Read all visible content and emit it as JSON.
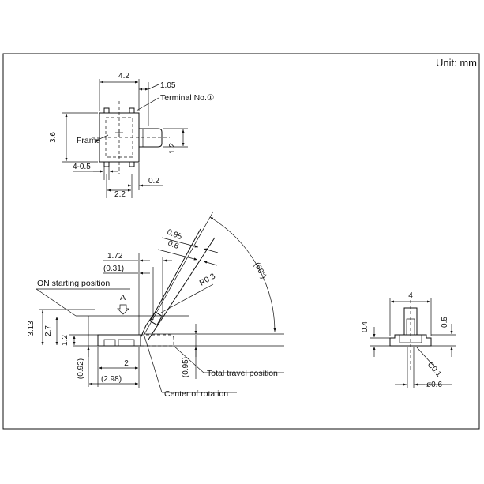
{
  "unit_label": "Unit: mm",
  "top_view": {
    "width": "4.2",
    "terminal_width": "1.05",
    "terminal_no": "Terminal No.①",
    "height": "3.6",
    "frame_label": "Frame",
    "lever_width": "1.2",
    "holes": "4-0.5",
    "pitch": "2.2",
    "offset": "0.2"
  },
  "side_view": {
    "lever_1": "0.95",
    "lever_2": "0.6",
    "angle": "(60°)",
    "dim_172": "1.72",
    "dim_031": "(0.31)",
    "radius": "R0.3",
    "on_start": "ON starting position",
    "arrow_a": "A",
    "h_313": "3.13",
    "h_27": "2.7",
    "h_12": "1.2",
    "h_092": "(0.92)",
    "w_2": "2",
    "w_298": "(2.98)",
    "h_095": "(0.95)",
    "total_travel": "Total travel position",
    "center_rot": "Center of rotation"
  },
  "end_view": {
    "width": "4",
    "h_04": "0.4",
    "h_05": "0.5",
    "chamfer": "C0.1",
    "diameter": "ø0.6"
  }
}
